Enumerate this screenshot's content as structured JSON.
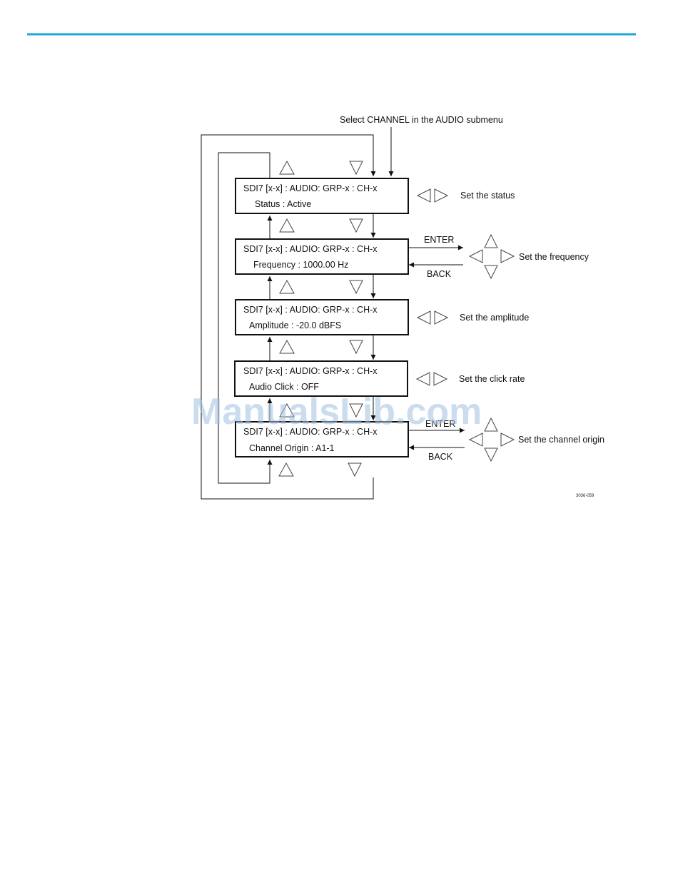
{
  "header_rule_color": "#1aa7d6",
  "entry_label": "Select CHANNEL in the AUDIO submenu",
  "menus": [
    {
      "line1": "SDI7 [x-x] : AUDIO: GRP-x : CH-x",
      "line2": "Status : Active"
    },
    {
      "line1": "SDI7 [x-x] : AUDIO: GRP-x : CH-x",
      "line2": "Frequency : 1000.00 Hz"
    },
    {
      "line1": "SDI7 [x-x] : AUDIO: GRP-x : CH-x",
      "line2": "Amplitude :  -20.0 dBFS"
    },
    {
      "line1": "SDI7 [x-x] : AUDIO: GRP-x : CH-x",
      "line2": "Audio Click :  OFF"
    },
    {
      "line1": "SDI7 [x-x] : AUDIO: GRP-x : CH-x",
      "line2": "Channel Origin :  A1-1"
    }
  ],
  "actions": {
    "status": "Set the status",
    "frequency": "Set the frequency",
    "amplitude": "Set the amplitude",
    "click_rate": "Set the click rate",
    "channel_origin": "Set the channel origin"
  },
  "enter_label": "ENTER",
  "back_label": "BACK",
  "figure_number": "3036-059",
  "watermark": "ManualsLib.com",
  "icons": {
    "up_button": "up-triangle-icon",
    "down_button": "down-triangle-icon",
    "left_right_button": "left-right-triangle-icon",
    "four_way_button": "four-way-arrow-icon"
  }
}
